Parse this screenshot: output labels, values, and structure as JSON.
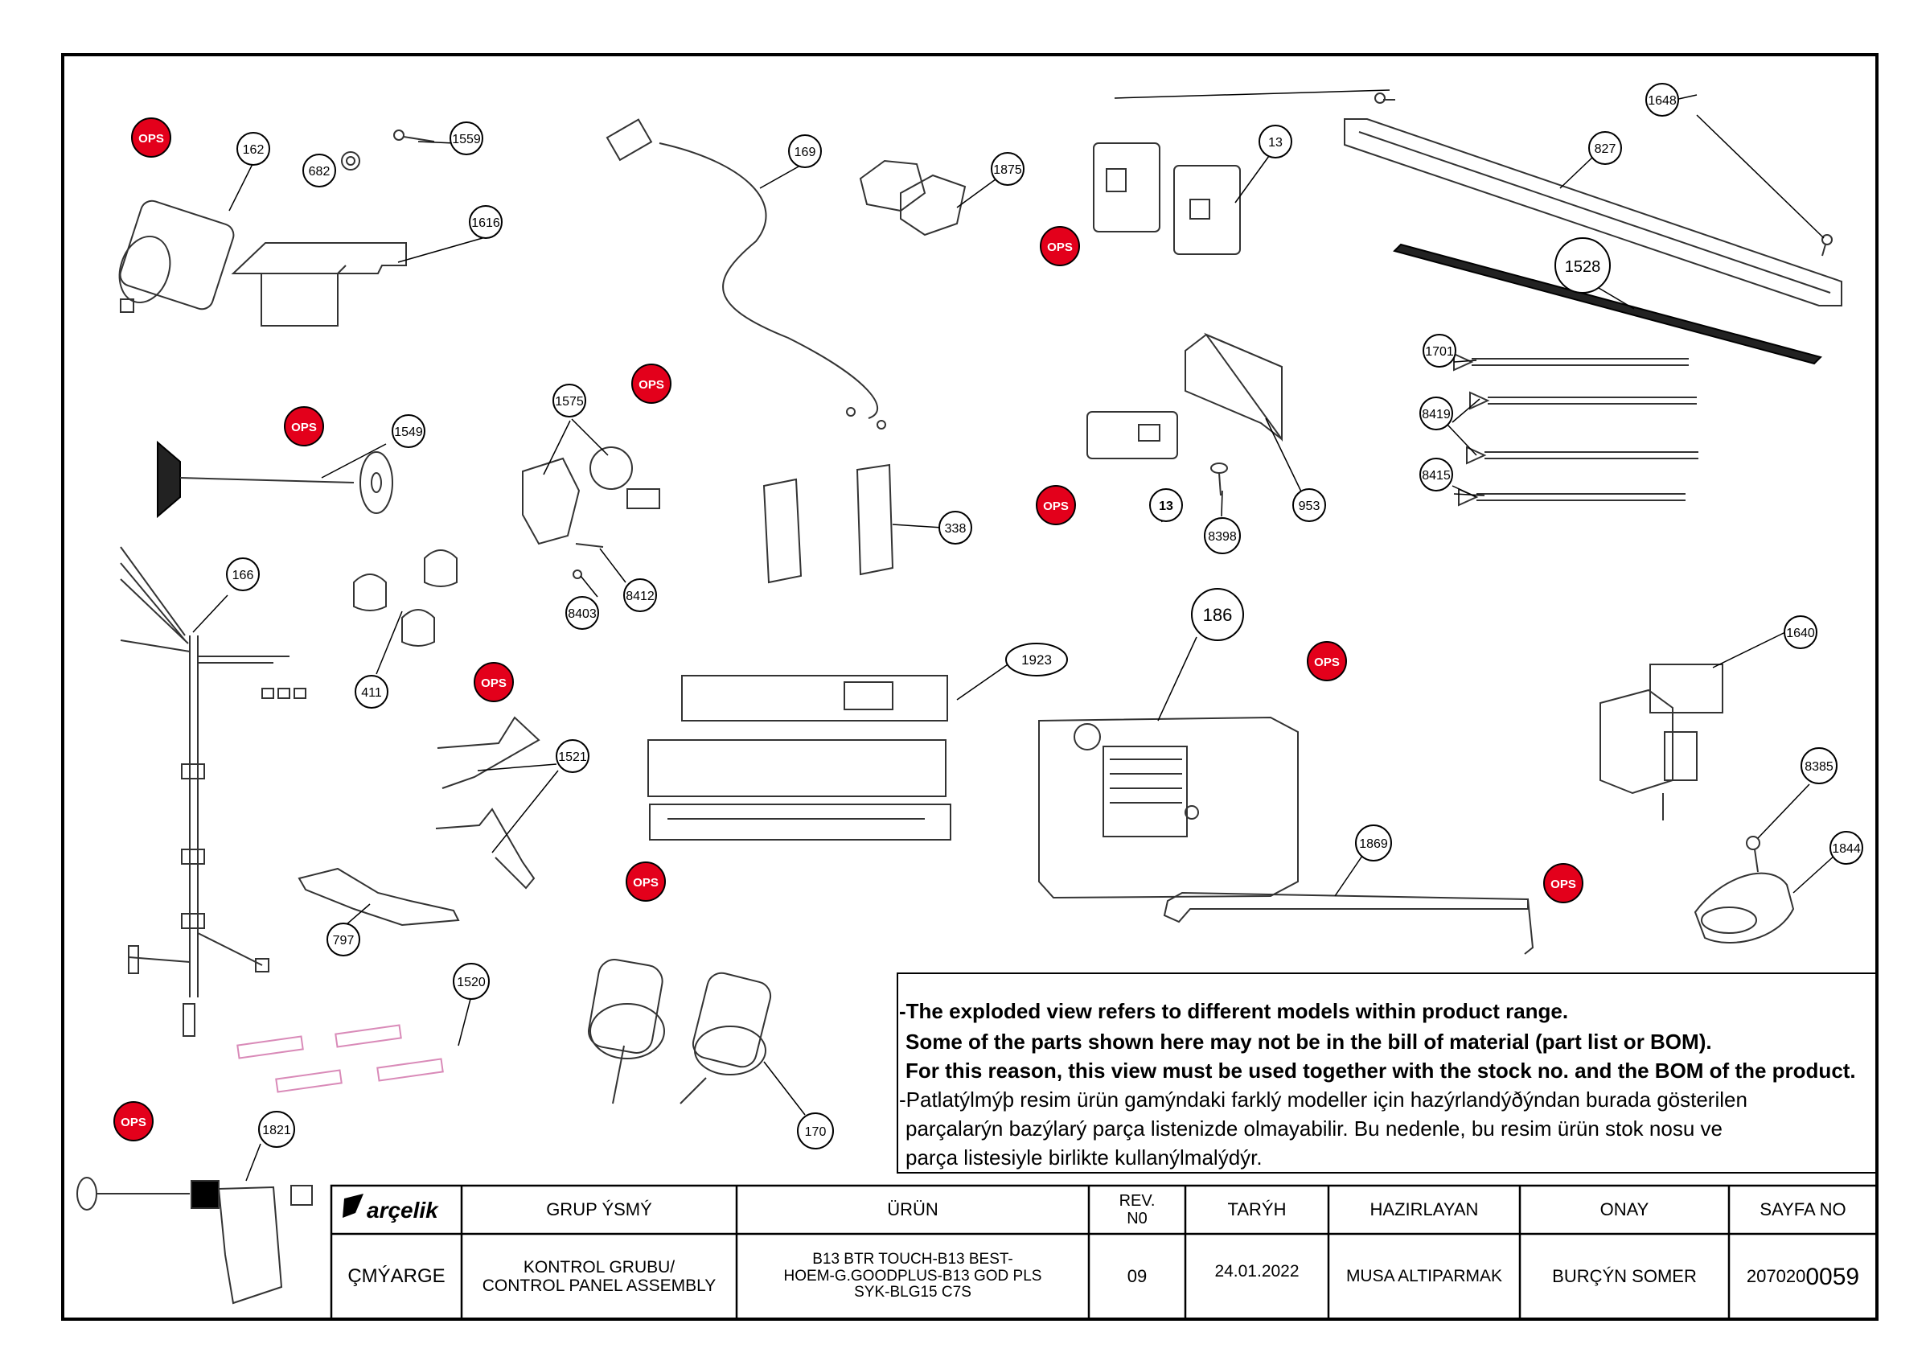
{
  "callouts": [
    "162",
    "682",
    "1559",
    "1616",
    "169",
    "1875",
    "13",
    "1648",
    "827",
    "1528",
    "1701",
    "8419",
    "8415",
    "1549",
    "1575",
    "8412",
    "8403",
    "338",
    "953",
    "8398",
    "13",
    "166",
    "411",
    "1521",
    "797",
    "1923",
    "186",
    "1640",
    "8385",
    "1844",
    "1869",
    "1520",
    "170",
    "1821"
  ],
  "ops_badge": "OPS",
  "notes": {
    "line1": "-The exploded view refers to different models within product range.",
    "line2": "Some of the parts shown here may not be in the bill of material (part list or BOM).",
    "line3": "For this reason, this view must be used together with the stock no. and the BOM of the product.",
    "line4": "-Patlatýlmýþ resim ürün gamýndaki farklý modeller için hazýrlandýðýndan burada gösterilen",
    "line5": "parçalarýn bazýlarý parça listenizde olmayabilir. Bu nedenle, bu resim ürün stok nosu ve",
    "line6": "parça listesiyle birlikte kullanýlmalýdýr."
  },
  "title_block": {
    "logo": "arçelik",
    "headers": {
      "group_name": "GRUP ÝSMÝ",
      "product": "ÜRÜN",
      "rev_1": "REV.",
      "rev_2": "N0",
      "date": "TARÝH",
      "prepared": "HAZIRLAYAN",
      "approval": "ONAY",
      "page_no": "SAYFA NO"
    },
    "values": {
      "category": "ÇMÝARGE",
      "group_1": "KONTROL GRUBU/",
      "group_2": "CONTROL PANEL ASSEMBLY",
      "product_1": "B13 BTR TOUCH-B13 BEST-",
      "product_2": "HOEM-G.GOODPLUS-B13 GOD PLS",
      "product_3": "SYK-BLG15 C7S",
      "rev": "09",
      "date": "24.01.2022",
      "prepared": "MUSA ALTIPARMAK",
      "approval": "BURÇÝN SOMER",
      "page_prefix": "207020",
      "page_suffix": "0059"
    }
  },
  "colors": {
    "ops_red": "#e3001b",
    "line": "#000000",
    "pink_part": "#d98ab8"
  }
}
